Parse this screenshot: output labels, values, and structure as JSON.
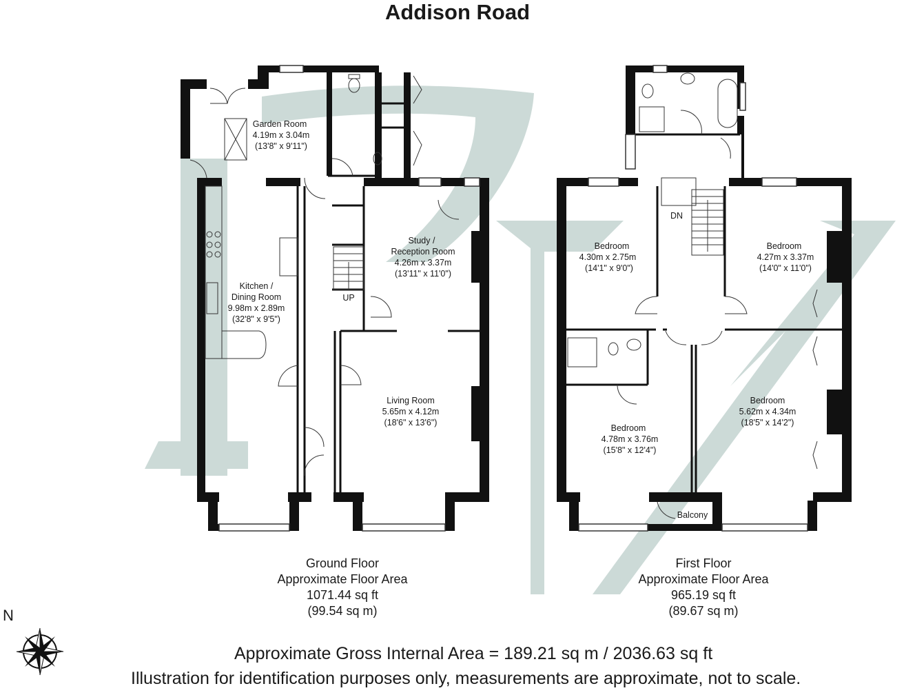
{
  "title": "Addison Road",
  "ground_floor": {
    "label": "Ground Floor",
    "area_label": "Approximate Floor Area",
    "area_sqft": "1071.44 sq ft",
    "area_sqm": "(99.54 sq m)",
    "rooms": {
      "garden": {
        "name": "Garden Room",
        "metric": "4.19m x 3.04m",
        "imperial": "(13'8\" x 9'11\")"
      },
      "kitchen": {
        "name1": "Kitchen /",
        "name2": "Dining Room",
        "metric": "9.98m x 2.89m",
        "imperial": "(32'8\" x 9'5\")"
      },
      "study": {
        "name1": "Study /",
        "name2": "Reception Room",
        "metric": "4.26m x 3.37m",
        "imperial": "(13'11\" x 11'0\")"
      },
      "living": {
        "name": "Living Room",
        "metric": "5.65m x 4.12m",
        "imperial": "(18'6\" x 13'6\")"
      }
    },
    "stairs_label": "UP"
  },
  "first_floor": {
    "label": "First Floor",
    "area_label": "Approximate Floor Area",
    "area_sqft": "965.19 sq ft",
    "area_sqm": "(89.67 sq m)",
    "rooms": {
      "bed1": {
        "name": "Bedroom",
        "metric": "4.30m x 2.75m",
        "imperial": "(14'1\" x 9'0\")"
      },
      "bed2": {
        "name": "Bedroom",
        "metric": "4.27m x 3.37m",
        "imperial": "(14'0\" x 11'0\")"
      },
      "bed3": {
        "name": "Bedroom",
        "metric": "4.78m x 3.76m",
        "imperial": "(15'8\" x 12'4\")"
      },
      "bed4": {
        "name": "Bedroom",
        "metric": "5.62m x 4.34m",
        "imperial": "(18'5\" x 14'2\")"
      }
    },
    "stairs_label": "DN",
    "balcony_label": "Balcony"
  },
  "compass_label": "N",
  "gross_area": "Approximate Gross Internal Area = 189.21 sq m / 2036.63 sq ft",
  "disclaimer": "Illustration for identification purposes only, measurements are approximate, not to scale.",
  "colors": {
    "wall": "#111111",
    "watermark": "#ccdad7",
    "line": "#333333"
  }
}
